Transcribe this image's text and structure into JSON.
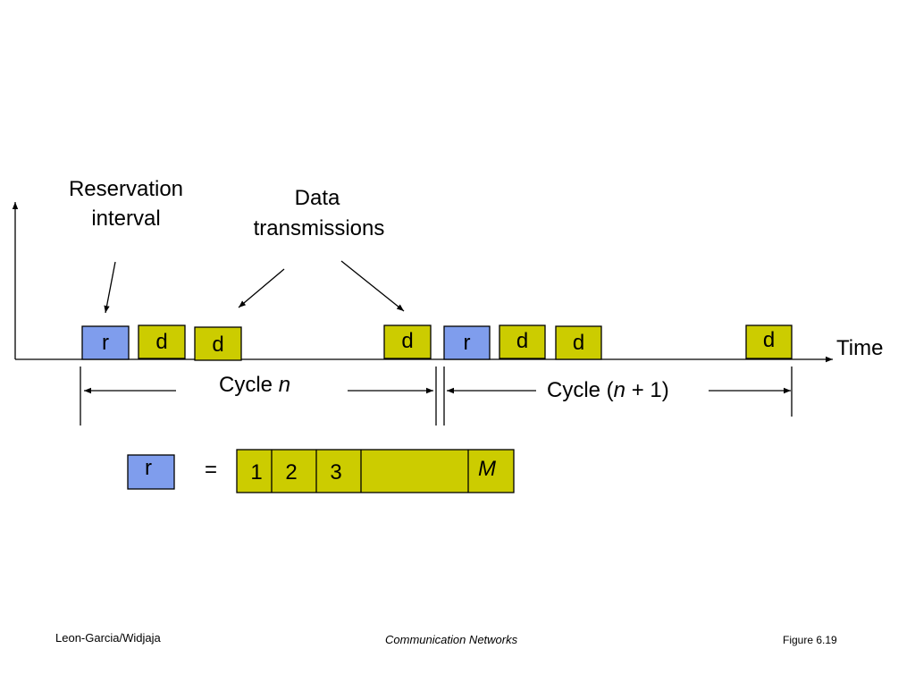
{
  "labels": {
    "reservation_line1": "Reservation",
    "reservation_line2": "interval",
    "data_line1": "Data",
    "data_line2": "transmissions",
    "time": "Time",
    "cycle_n_prefix": "Cycle ",
    "cycle_n_var": "n",
    "cycle_n1_prefix": "Cycle (",
    "cycle_n1_var": "n",
    "cycle_n1_suffix": " + 1)",
    "equals": "="
  },
  "timeline_slots": [
    "r",
    "d",
    "d",
    "d",
    "r",
    "d",
    "d",
    "d"
  ],
  "reservation_detail": {
    "legend_slot": "r",
    "minislots": [
      "1",
      "2",
      "3",
      "",
      "M"
    ]
  },
  "footer": {
    "left": "Leon-Garcia/Widjaja",
    "center": "Communication Networks",
    "right": "Figure 6.19"
  },
  "colors": {
    "reservation_fill": "#7f9ded",
    "data_fill": "#cccc00",
    "stroke": "#000000"
  }
}
